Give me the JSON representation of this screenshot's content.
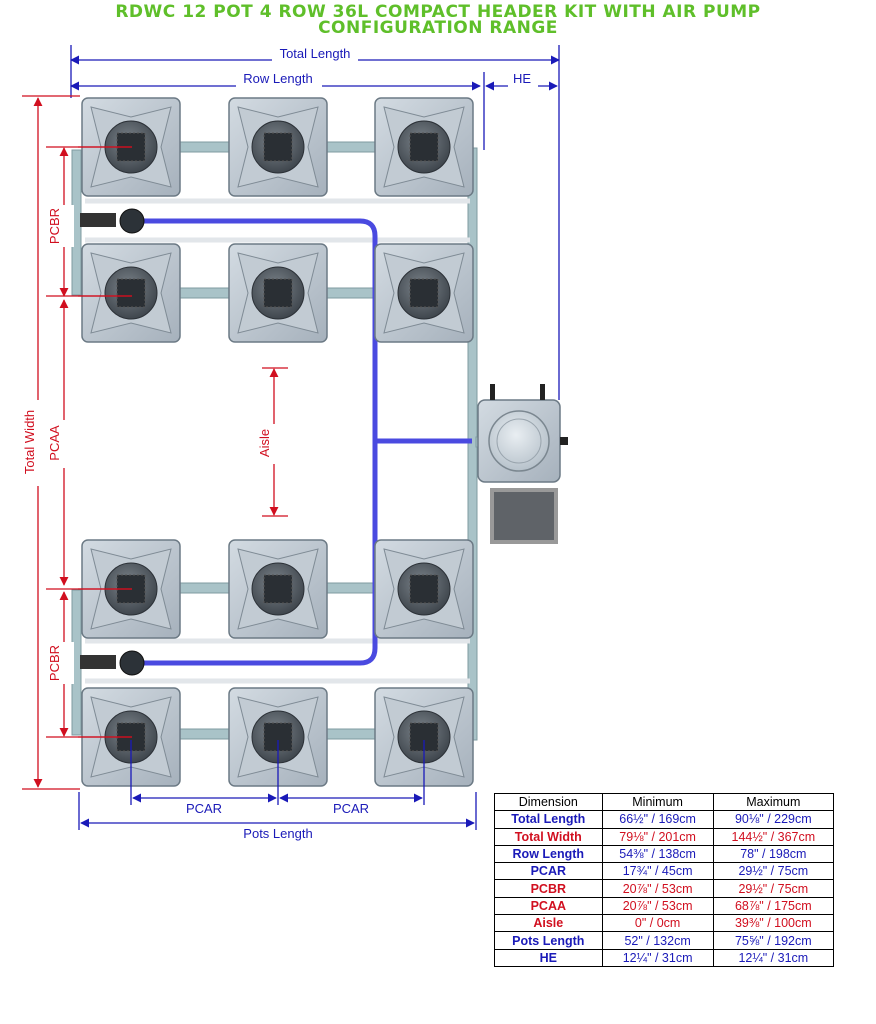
{
  "title": {
    "line1": "RDWC 12 POT 4 ROW 36L COMPACT HEADER KIT WITH AIR PUMP",
    "line2": "CONFIGURATION RANGE"
  },
  "labels": {
    "total_length": "Total Length",
    "row_length": "Row Length",
    "he": "HE",
    "total_width": "Total Width",
    "pcbr": "PCBR",
    "pcaa": "PCAA",
    "aisle": "Aisle",
    "pcar": "PCAR",
    "pots_length": "Pots Length"
  },
  "colors": {
    "title": "#5fbf2a",
    "dimension_blue": "#1a1ab8",
    "dimension_red": "#d10f1f",
    "air_line": "#4a4ae0",
    "pot": "#b9c3cc",
    "pipe": "#a9c3c8"
  },
  "table": {
    "headers": [
      "Dimension",
      "Minimum",
      "Maximum"
    ],
    "rows": [
      {
        "name": "Total Length",
        "min": "66½\" / 169cm",
        "max": "90⅛\" / 229cm",
        "color": "blue"
      },
      {
        "name": "Total Width",
        "min": "79⅛\" / 201cm",
        "max": "144½\" / 367cm",
        "color": "red"
      },
      {
        "name": "Row Length",
        "min": "54⅜\" / 138cm",
        "max": "78\" / 198cm",
        "color": "blue"
      },
      {
        "name": "PCAR",
        "min": "17¾\" / 45cm",
        "max": "29½\" / 75cm",
        "color": "blue"
      },
      {
        "name": "PCBR",
        "min": "20⅞\" / 53cm",
        "max": "29½\" / 75cm",
        "color": "red"
      },
      {
        "name": "PCAA",
        "min": "20⅞\" / 53cm",
        "max": "68⅞\" / 175cm",
        "color": "red"
      },
      {
        "name": "Aisle",
        "min": "0\" / 0cm",
        "max": "39⅜\" / 100cm",
        "color": "red"
      },
      {
        "name": "Pots Length",
        "min": "52\" / 132cm",
        "max": "75⅝\" / 192cm",
        "color": "blue"
      },
      {
        "name": "HE",
        "min": "12¼\" / 31cm",
        "max": "12¼\" / 31cm",
        "color": "blue"
      }
    ]
  }
}
